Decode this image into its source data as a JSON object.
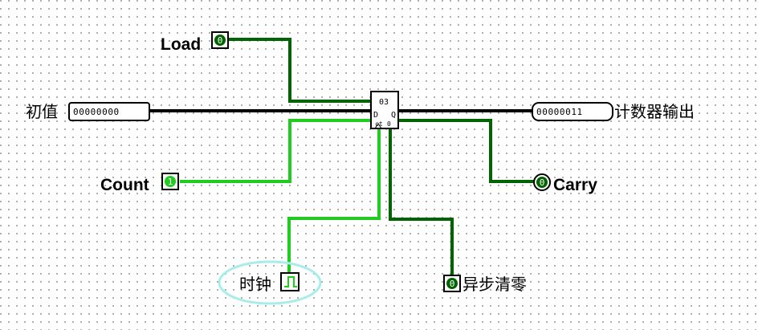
{
  "labels": {
    "load": "Load",
    "initial_value": "初值",
    "counter_output": "计数器输出",
    "count": "Count",
    "carry": "Carry",
    "clock": "时钟",
    "async_clear": "异步清零"
  },
  "pins": {
    "load_value": "0",
    "count_value": "1",
    "carry_value": "0",
    "clear_value": "0",
    "initial_bits": "00000000",
    "output_bits": "00000011"
  },
  "counter": {
    "value": "03",
    "d_label": "D",
    "q_label": "Q",
    "ct_label": "ct",
    "zero_label": "0"
  },
  "colors": {
    "wire_low": "#006400",
    "wire_high": "#1fcc1f",
    "bus": "#000000",
    "clock_highlight": "#a8ecec"
  }
}
